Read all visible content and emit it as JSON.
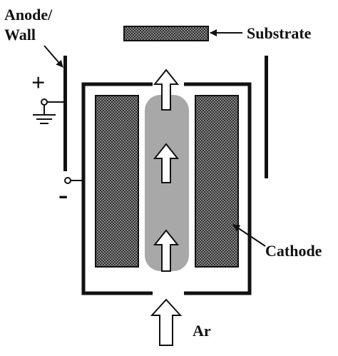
{
  "labels": {
    "anode_line1": "Anode/",
    "anode_line2": "Wall",
    "substrate": "Substrate",
    "cathode": "Cathode",
    "argon": "Ar",
    "plus": "+",
    "minus": "-"
  },
  "colors": {
    "line": "#111111",
    "plasma": "#a8a8a8",
    "hatch_dark": "#2e2e2e",
    "hatch_light": "#8a8a8a"
  }
}
